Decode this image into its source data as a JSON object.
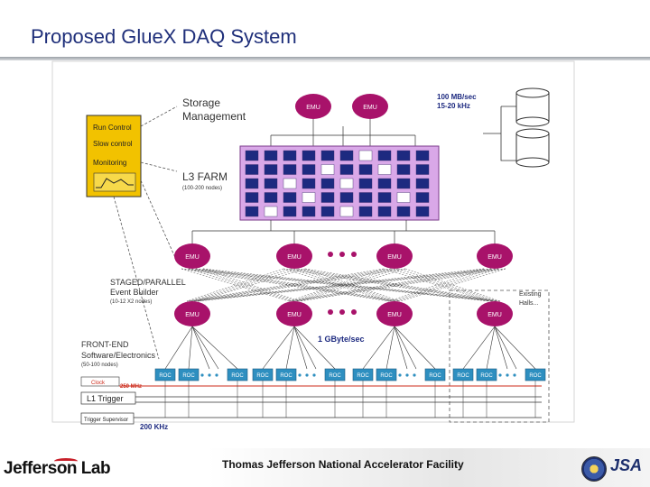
{
  "slide": {
    "title": "Proposed GlueX DAQ System"
  },
  "diagram": {
    "storage_management": "Storage Management",
    "storage_management_lines": [
      "Storage",
      "Management"
    ],
    "top_emu": [
      "EMU",
      "EMU"
    ],
    "rate_line1": "100 MB/sec",
    "rate_line2": "15-20 kHz",
    "control_items": [
      "Run Control",
      "Slow control",
      "Monitoring"
    ],
    "l3_farm": "L3 FARM",
    "l3_farm_nodes": "(100-200 nodes)",
    "staged_lines": [
      "STAGED/PARALLEL",
      "Event Builder"
    ],
    "staged_nodes": "(10-12 X2 nodes)",
    "emu_label": "EMU",
    "existing_halls_lines": [
      "Existing",
      "Halls..."
    ],
    "gbyte": "1 GByte/sec",
    "frontend_lines": [
      "FRONT-END",
      "Software/Electronics"
    ],
    "frontend_nodes": "(50-100 nodes)",
    "roc_label": "ROC",
    "clock": "Clock",
    "clock_freq": "250 MHz",
    "l1_trigger": "L1 Trigger",
    "trigger_supervisor": "Trigger Supervisor",
    "trigger_rate": "200 KHz",
    "colors": {
      "emu": "#a8126a",
      "farm_bg": "#d9a8e8",
      "farm_cell": "#1d2a80",
      "roc": "#2e8fc0",
      "control_bg": "#f2c200",
      "clock": "#cc2a1a",
      "title": "#1f2f7a"
    }
  },
  "footer": {
    "logo": "Jefferson Lab",
    "facility": "Thomas Jefferson National Accelerator Facility",
    "jsa": "JSA"
  }
}
